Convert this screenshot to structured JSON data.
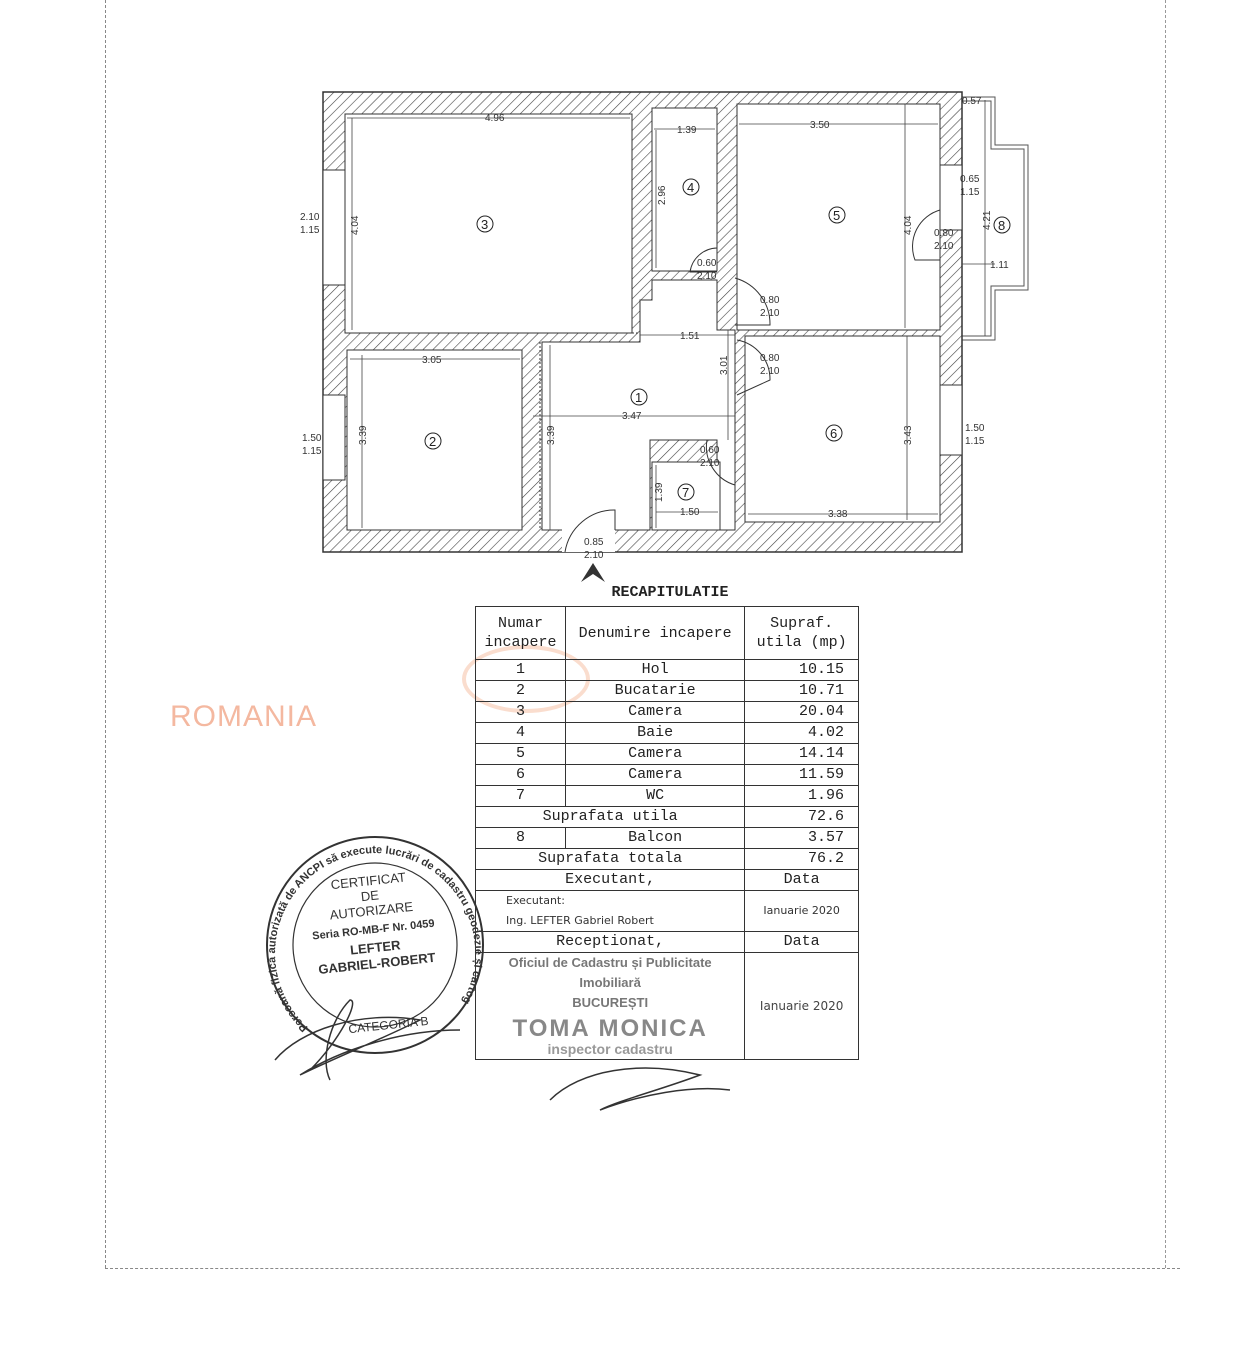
{
  "plan": {
    "rooms": [
      "1",
      "2",
      "3",
      "4",
      "5",
      "6",
      "7",
      "8"
    ],
    "dimensions": {
      "r3_width": "4.96",
      "r3_height": "4.04",
      "r3_window": [
        "2.10",
        "1.15"
      ],
      "r4_width": "1.39",
      "r4_height": "2.96",
      "r4_door": [
        "0.60",
        "2.10"
      ],
      "r5_width": "3.50",
      "r5_height": "4.04",
      "r5_window": [
        "0.65",
        "1.15"
      ],
      "r5_door": [
        "0.80",
        "2.10"
      ],
      "r5_hall_door": [
        "0.80",
        "2.10"
      ],
      "balcony_top": "0.57",
      "balcony_height": "4.21",
      "balcony_width": "1.11",
      "hall_top": "1.51",
      "hall_height": "3.01",
      "hall_width": "3.47",
      "hall_height2": "3.39",
      "r6_door": [
        "0.80",
        "2.10"
      ],
      "r6_width": "3.38",
      "r6_height": "3.43",
      "r6_window": [
        "1.50",
        "1.15"
      ],
      "r2_width": "3.05",
      "r2_height": "3.39",
      "r2_window": [
        "1.50",
        "1.15"
      ],
      "r7_width": "1.50",
      "r7_height": "1.39",
      "r7_door": [
        "0.60",
        "2.10"
      ],
      "entry_door": [
        "0.85",
        "2.10"
      ]
    },
    "entry_icon": "arrow-up-icon"
  },
  "recap": {
    "title": "RECAPITULATIE",
    "headers": [
      "Numar incapere",
      "Denumire incapere",
      "Supraf. utila (mp)"
    ],
    "rows": [
      {
        "num": "1",
        "name": "Hol",
        "area": "10.15"
      },
      {
        "num": "2",
        "name": "Bucatarie",
        "area": "10.71"
      },
      {
        "num": "3",
        "name": "Camera",
        "area": "20.04"
      },
      {
        "num": "4",
        "name": "Baie",
        "area": "4.02"
      },
      {
        "num": "5",
        "name": "Camera",
        "area": "14.14"
      },
      {
        "num": "6",
        "name": "Camera",
        "area": "11.59"
      },
      {
        "num": "7",
        "name": "WC",
        "area": "1.96"
      }
    ],
    "useful_label": "Suprafata utila",
    "useful_area": "72.6",
    "balcony": {
      "num": "8",
      "name": "Balcon",
      "area": "3.57"
    },
    "total_label": "Suprafata totala",
    "total_area": "76.2",
    "executant_label": "Executant,",
    "date_label": "Data",
    "executant_line1": "Executant:",
    "executant_line2": "Ing. LEFTER Gabriel Robert",
    "executant_date": "Ianuarie 2020",
    "received_label": "Receptionat,",
    "received_date_label": "Data",
    "office_line1": "Oficiul de Cadastru și Publicitate Imobiliară",
    "office_line2": "BUCUREȘTI",
    "inspector_name": "TOMA MONICA",
    "inspector_title": "inspector cadastru",
    "received_date": "Ianuarie 2020"
  },
  "watermark": "ROMANIA",
  "stamp": {
    "ring_text": "Persoană fizică autorizată de ANCPI să execute lucrări de cadastru geodezie și cartografie",
    "line1": "CERTIFICAT",
    "line2": "DE",
    "line3": "AUTORIZARE",
    "series": "Seria RO-MB-F Nr. 0459",
    "name1": "LEFTER",
    "name2": "GABRIEL-ROBERT",
    "category": "CATEGORIA B"
  },
  "colors": {
    "ink": "#222222",
    "watermark": "#f4b8a0"
  }
}
